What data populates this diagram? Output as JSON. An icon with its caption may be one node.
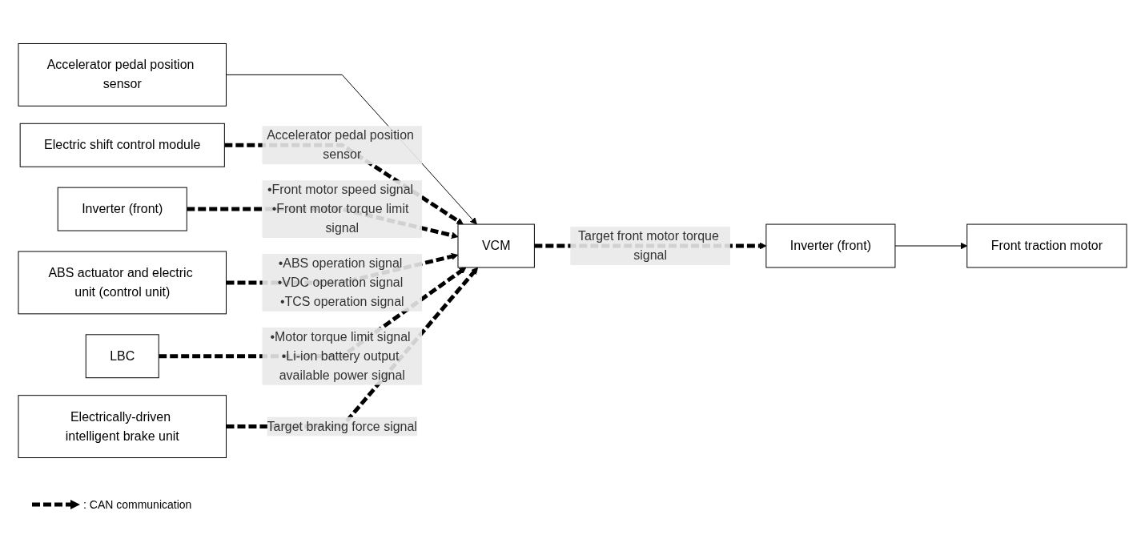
{
  "diagram": {
    "nodes": [
      {
        "text": [
          "Accelerator pedal position sensor"
        ]
      },
      {
        "text": [
          "Electric shift control module"
        ]
      },
      {
        "text": [
          "Inverter (front)"
        ]
      },
      {
        "text": [
          "ABS actuator and electric unit (control unit)"
        ]
      },
      {
        "text": [
          "LBC"
        ]
      },
      {
        "text": [
          "Electrically-driven intelligent brake unit"
        ]
      },
      {
        "text": [
          "VCM"
        ]
      },
      {
        "text": [
          "Inverter (front)"
        ]
      },
      {
        "text": [
          "Front traction motor"
        ]
      }
    ],
    "edges": [
      {
        "from": 0,
        "to": 6,
        "arrow": "to"
      },
      {
        "from": 1,
        "to": 6,
        "arrow": "to",
        "label": "Accelerator pedal position sensor",
        "style": "dashed"
      },
      {
        "from": 2,
        "to": 6,
        "arrow": "to",
        "label": "•Front motor speed signal •Front motor torque limit signal",
        "style": "dashed"
      },
      {
        "from": 3,
        "to": 6,
        "arrow": "to",
        "label": "•ABS operation signal •VDC operation signal •TCS operation signal",
        "style": "dashed"
      },
      {
        "from": 4,
        "to": 6,
        "arrow": "to",
        "label": "•Motor torque limit signal •Li-ion battery output available power signal",
        "style": "dashed"
      },
      {
        "from": 5,
        "to": 6,
        "arrow": "to",
        "label": "Target braking force signal",
        "style": "dashed"
      },
      {
        "from": 6,
        "to": 7,
        "arrow": "to",
        "label": "Target front motor torque signal",
        "style": "dashed"
      },
      {
        "from": 7,
        "to": 8,
        "arrow": "to"
      }
    ],
    "legend": [
      {
        "text": ": CAN communication"
      }
    ]
  }
}
